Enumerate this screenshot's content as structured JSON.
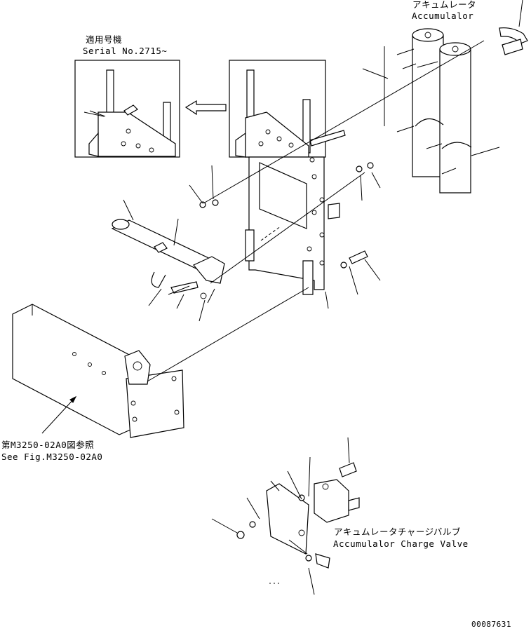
{
  "labels": {
    "serial_jp": "適用号機",
    "serial_en": "Serial No.2715~",
    "accumulator_jp": "アキュムレータ",
    "accumulator_en": "Accumulalor",
    "see_fig_jp": "第M3250-02A0図参照",
    "see_fig_en": "See Fig.M3250-02A0",
    "charge_valve_jp": "アキュムレータチャージバルブ",
    "charge_valve_en": "Accumulalor Charge Valve",
    "drawing_number": "00087631"
  }
}
